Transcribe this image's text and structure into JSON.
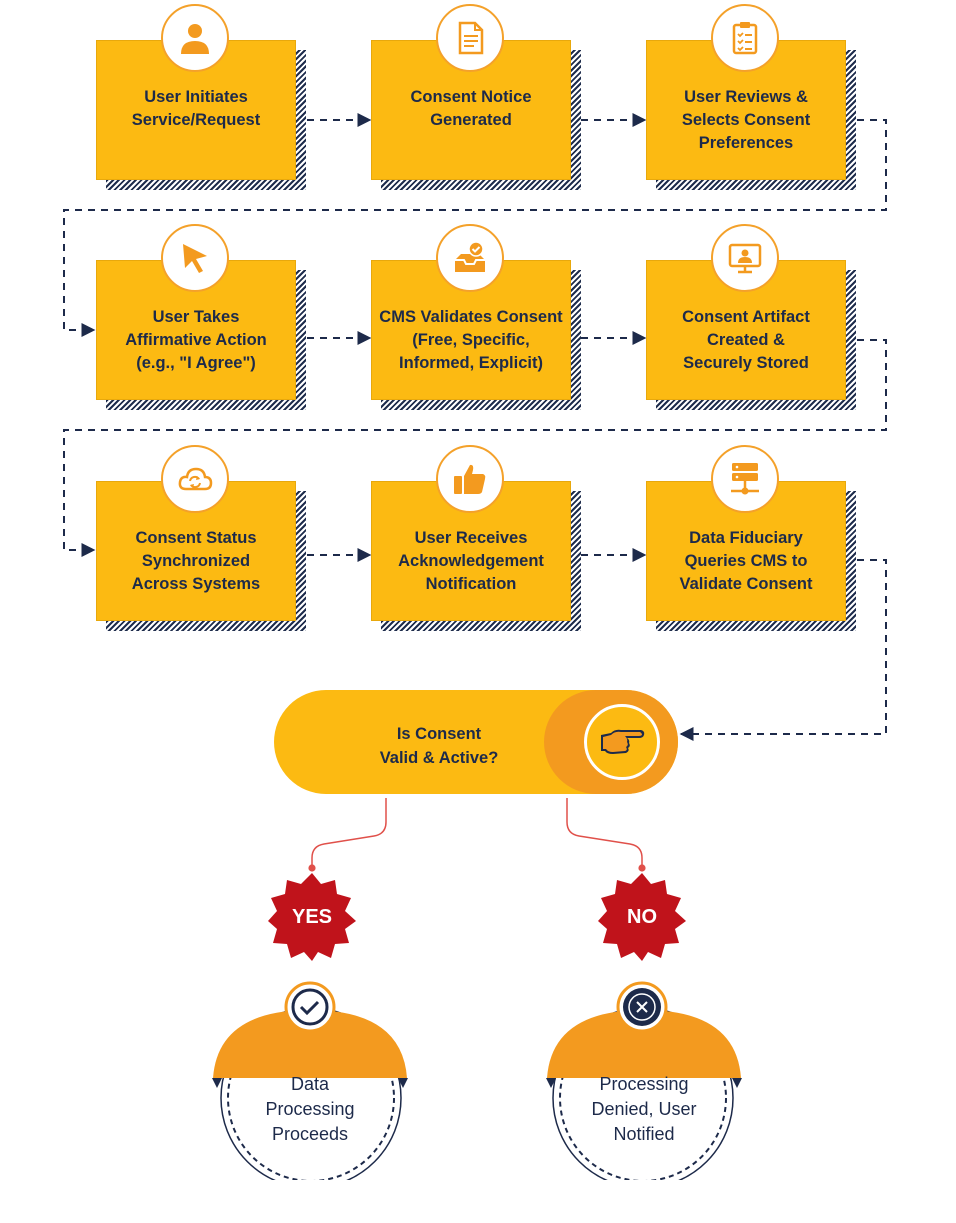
{
  "steps": [
    {
      "label": "User Initiates\nService/Request",
      "icon": "user-icon"
    },
    {
      "label": "Consent Notice\nGenerated",
      "icon": "document-icon"
    },
    {
      "label": "User Reviews &\nSelects Consent\nPreferences",
      "icon": "checklist-icon"
    },
    {
      "label": "User Takes\nAffirmative Action\n(e.g., \"I Agree\")",
      "icon": "cursor-icon"
    },
    {
      "label": "CMS Validates Consent\n(Free, Specific,\nInformed, Explicit)",
      "icon": "inbox-check-icon"
    },
    {
      "label": "Consent Artifact\nCreated &\nSecurely Stored",
      "icon": "monitor-user-icon"
    },
    {
      "label": "Consent Status\nSynchronized\nAcross Systems",
      "icon": "cloud-sync-icon"
    },
    {
      "label": "User Receives\nAcknowledgement\nNotification",
      "icon": "thumbs-up-icon"
    },
    {
      "label": "Data Fiduciary\nQueries CMS to\nValidate Consent",
      "icon": "server-icon"
    }
  ],
  "decision": {
    "question": "Is Consent\nValid & Active?",
    "icon": "pointing-hand-icon"
  },
  "branches": [
    {
      "badge": "YES",
      "icon": "check-circle-icon",
      "outcome": "Data\nProcessing\nProceeds"
    },
    {
      "badge": "NO",
      "icon": "x-circle-icon",
      "outcome": "Processing\nDenied, User\nNotified"
    }
  ],
  "colors": {
    "box": "#fcba12",
    "accent": "#f39a1f",
    "navy": "#1d2a4a",
    "badge_red": "#c0131b",
    "branch_line": "#e0504a"
  }
}
